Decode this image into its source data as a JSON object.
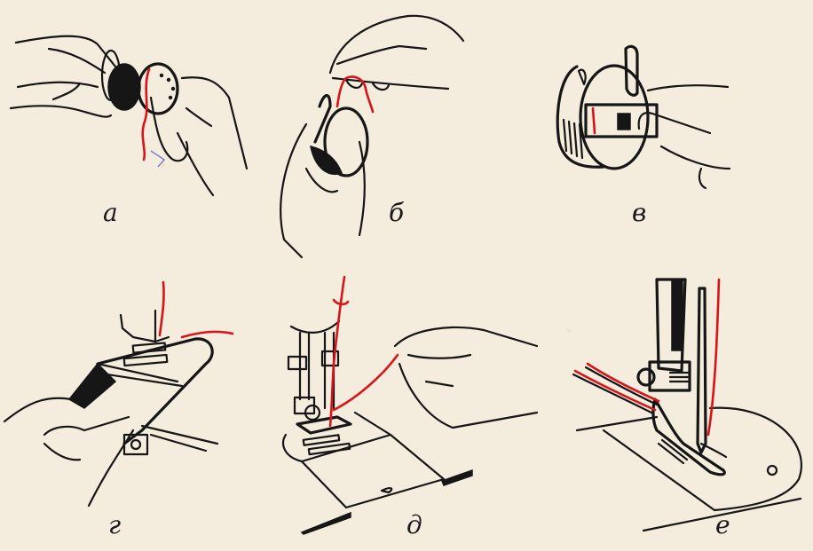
{
  "plate": {
    "background_color": "#f4ecdd",
    "ink_color": "#161616",
    "thread_color": "#d8141a",
    "panels": [
      {
        "id": "a",
        "label": "а",
        "depicts": "two hands inserting bobbin into bobbin case"
      },
      {
        "id": "b",
        "label": "б",
        "depicts": "hand holding bobbin case, other hand pulling red thread"
      },
      {
        "id": "v",
        "label": "в",
        "depicts": "bobbin case held by thumb on latch, thread under tension spring"
      },
      {
        "id": "g",
        "label": "г",
        "depicts": "hand inserting bobbin case under needle plate of sewing machine"
      },
      {
        "id": "d",
        "label": "д",
        "depicts": "hand pulling red thread from needle to draw up bobbin thread"
      },
      {
        "id": "e",
        "label": "е",
        "depicts": "presser foot and needle with both threads drawn back on needle plate"
      }
    ]
  }
}
